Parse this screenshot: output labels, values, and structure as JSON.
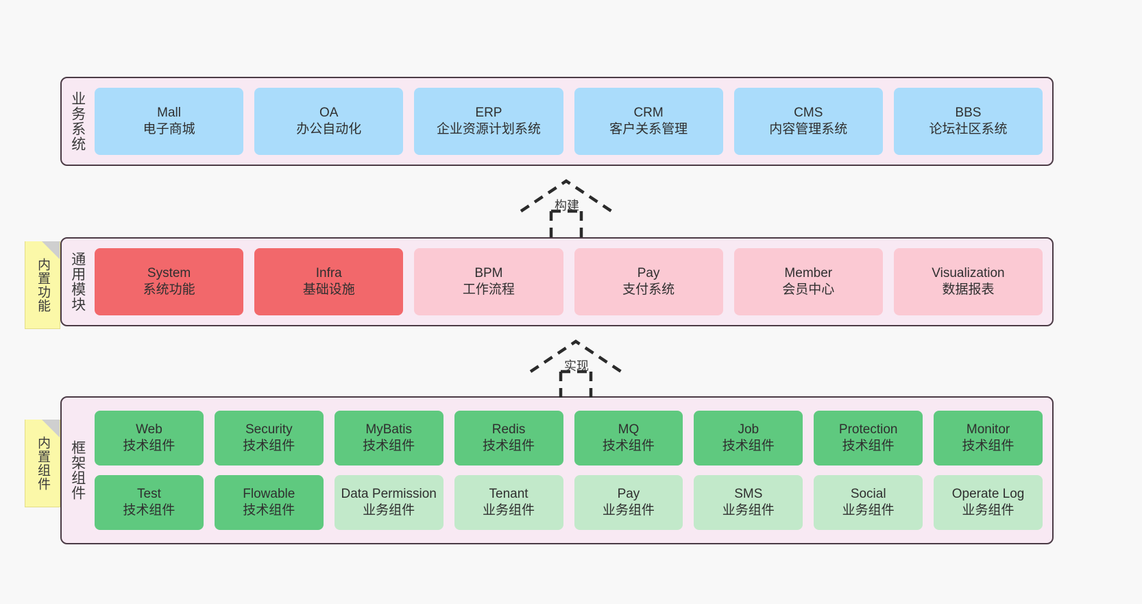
{
  "diagram": {
    "title": "业务系统 / 通用模块 / 框架组件 架构分层图",
    "colors": {
      "panel_bg": "#f8e9f3",
      "panel_border": "#4b3b45",
      "business_card": "#aadcfb",
      "module_primary_card": "#f2686b",
      "module_secondary_card": "#fbc9d3",
      "framework_tech_card": "#5fc97f",
      "framework_biz_card": "#c2e9ca",
      "note_bg": "#fbf8a8",
      "canvas_bg": "#f8f8f8"
    }
  },
  "layers": [
    {
      "key": "business",
      "title": "业务系统",
      "cards": [
        {
          "en": "Mall",
          "cn": "电子商城",
          "style": "c-blue"
        },
        {
          "en": "OA",
          "cn": "办公自动化",
          "style": "c-blue"
        },
        {
          "en": "ERP",
          "cn": "企业资源计划系统",
          "style": "c-blue"
        },
        {
          "en": "CRM",
          "cn": "客户关系管理",
          "style": "c-blue"
        },
        {
          "en": "CMS",
          "cn": "内容管理系统",
          "style": "c-blue"
        },
        {
          "en": "BBS",
          "cn": "论坛社区系统",
          "style": "c-blue"
        }
      ]
    },
    {
      "key": "modules",
      "title": "通用模块",
      "note": "内置功能",
      "cards": [
        {
          "en": "System",
          "cn": "系统功能",
          "style": "c-red"
        },
        {
          "en": "Infra",
          "cn": "基础设施",
          "style": "c-red"
        },
        {
          "en": "BPM",
          "cn": "工作流程",
          "style": "c-pink"
        },
        {
          "en": "Pay",
          "cn": "支付系统",
          "style": "c-pink"
        },
        {
          "en": "Member",
          "cn": "会员中心",
          "style": "c-pink"
        },
        {
          "en": "Visualization",
          "cn": "数据报表",
          "style": "c-pink"
        }
      ]
    },
    {
      "key": "framework",
      "title": "框架组件",
      "note": "内置组件",
      "cards": [
        {
          "en": "Web",
          "cn": "技术组件",
          "style": "c-green"
        },
        {
          "en": "Security",
          "cn": "技术组件",
          "style": "c-green"
        },
        {
          "en": "MyBatis",
          "cn": "技术组件",
          "style": "c-green"
        },
        {
          "en": "Redis",
          "cn": "技术组件",
          "style": "c-green"
        },
        {
          "en": "MQ",
          "cn": "技术组件",
          "style": "c-green"
        },
        {
          "en": "Job",
          "cn": "技术组件",
          "style": "c-green"
        },
        {
          "en": "Protection",
          "cn": "技术组件",
          "style": "c-green"
        },
        {
          "en": "Monitor",
          "cn": "技术组件",
          "style": "c-green"
        },
        {
          "en": "Test",
          "cn": "技术组件",
          "style": "c-green"
        },
        {
          "en": "Flowable",
          "cn": "技术组件",
          "style": "c-green"
        },
        {
          "en": "Data Permission",
          "cn": "业务组件",
          "style": "c-lightgreen"
        },
        {
          "en": "Tenant",
          "cn": "业务组件",
          "style": "c-lightgreen"
        },
        {
          "en": "Pay",
          "cn": "业务组件",
          "style": "c-lightgreen"
        },
        {
          "en": "SMS",
          "cn": "业务组件",
          "style": "c-lightgreen"
        },
        {
          "en": "Social",
          "cn": "业务组件",
          "style": "c-lightgreen"
        },
        {
          "en": "Operate Log",
          "cn": "业务组件",
          "style": "c-lightgreen"
        }
      ]
    }
  ],
  "relations": [
    {
      "key": "build",
      "label": "构建",
      "from": "modules",
      "to": "business"
    },
    {
      "key": "implement",
      "label": "实现",
      "from": "framework",
      "to": "modules"
    }
  ]
}
